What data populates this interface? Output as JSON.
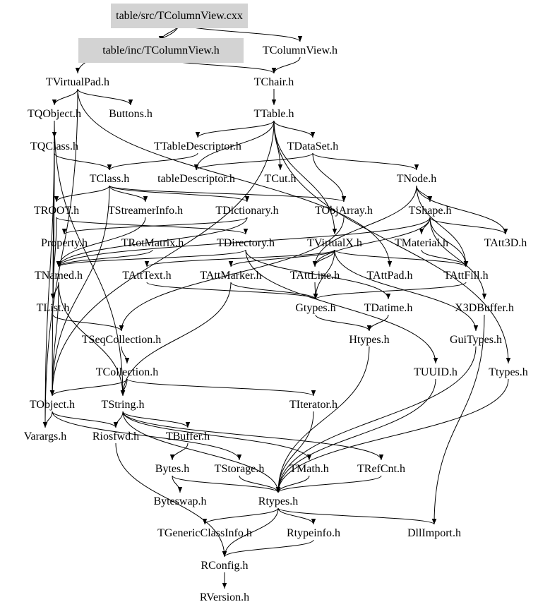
{
  "nodes": [
    {
      "id": "cxx",
      "label": "table/src/TColumnView.cxx",
      "highlight": true
    },
    {
      "id": "inch",
      "label": "table/inc/TColumnView.h",
      "highlight": true
    },
    {
      "id": "TColumnView",
      "label": "TColumnView.h"
    },
    {
      "id": "TVirtualPad",
      "label": "TVirtualPad.h"
    },
    {
      "id": "TChair",
      "label": "TChair.h"
    },
    {
      "id": "TQObject",
      "label": "TQObject.h"
    },
    {
      "id": "Buttons",
      "label": "Buttons.h"
    },
    {
      "id": "TTable",
      "label": "TTable.h"
    },
    {
      "id": "TQClass",
      "label": "TQClass.h"
    },
    {
      "id": "TTableDescriptor",
      "label": "TTableDescriptor.h"
    },
    {
      "id": "TDataSet",
      "label": "TDataSet.h"
    },
    {
      "id": "TClass",
      "label": "TClass.h"
    },
    {
      "id": "tableDescriptor",
      "label": "tableDescriptor.h"
    },
    {
      "id": "TCut",
      "label": "TCut.h"
    },
    {
      "id": "TNode",
      "label": "TNode.h"
    },
    {
      "id": "TROOT",
      "label": "TROOT.h"
    },
    {
      "id": "TStreamerInfo",
      "label": "TStreamerInfo.h"
    },
    {
      "id": "TDictionary",
      "label": "TDictionary.h"
    },
    {
      "id": "TObjArray",
      "label": "TObjArray.h"
    },
    {
      "id": "TShape",
      "label": "TShape.h"
    },
    {
      "id": "Property",
      "label": "Property.h"
    },
    {
      "id": "TRotMatrix",
      "label": "TRotMatrix.h"
    },
    {
      "id": "TDirectory",
      "label": "TDirectory.h"
    },
    {
      "id": "TVirtualX",
      "label": "TVirtualX.h"
    },
    {
      "id": "TMaterial",
      "label": "TMaterial.h"
    },
    {
      "id": "TAtt3D",
      "label": "TAtt3D.h"
    },
    {
      "id": "TNamed",
      "label": "TNamed.h"
    },
    {
      "id": "TAttText",
      "label": "TAttText.h"
    },
    {
      "id": "TAttMarker",
      "label": "TAttMarker.h"
    },
    {
      "id": "TAttLine",
      "label": "TAttLine.h"
    },
    {
      "id": "TAttPad",
      "label": "TAttPad.h"
    },
    {
      "id": "TAttFill",
      "label": "TAttFill.h"
    },
    {
      "id": "TList",
      "label": "TList.h"
    },
    {
      "id": "Gtypes",
      "label": "Gtypes.h"
    },
    {
      "id": "TDatime",
      "label": "TDatime.h"
    },
    {
      "id": "X3DBuffer",
      "label": "X3DBuffer.h"
    },
    {
      "id": "TSeqCollection",
      "label": "TSeqCollection.h"
    },
    {
      "id": "Htypes",
      "label": "Htypes.h"
    },
    {
      "id": "GuiTypes",
      "label": "GuiTypes.h"
    },
    {
      "id": "TCollection",
      "label": "TCollection.h"
    },
    {
      "id": "TUUID",
      "label": "TUUID.h"
    },
    {
      "id": "Ttypes",
      "label": "Ttypes.h"
    },
    {
      "id": "TObject",
      "label": "TObject.h"
    },
    {
      "id": "TString",
      "label": "TString.h"
    },
    {
      "id": "TIterator",
      "label": "TIterator.h"
    },
    {
      "id": "Varargs",
      "label": "Varargs.h"
    },
    {
      "id": "Riosfwd",
      "label": "Riosfwd.h"
    },
    {
      "id": "TBuffer",
      "label": "TBuffer.h"
    },
    {
      "id": "Bytes",
      "label": "Bytes.h"
    },
    {
      "id": "TStorage",
      "label": "TStorage.h"
    },
    {
      "id": "TMath",
      "label": "TMath.h"
    },
    {
      "id": "TRefCnt",
      "label": "TRefCnt.h"
    },
    {
      "id": "Byteswap",
      "label": "Byteswap.h"
    },
    {
      "id": "Rtypes",
      "label": "Rtypes.h"
    },
    {
      "id": "TGenericClassInfo",
      "label": "TGenericClassInfo.h"
    },
    {
      "id": "Rtypeinfo",
      "label": "Rtypeinfo.h"
    },
    {
      "id": "DllImport",
      "label": "DllImport.h"
    },
    {
      "id": "RConfig",
      "label": "RConfig.h"
    },
    {
      "id": "RVersion",
      "label": "RVersion.h"
    }
  ],
  "edges": [
    [
      "cxx",
      "inch"
    ],
    [
      "cxx",
      "TColumnView"
    ],
    [
      "cxx",
      "TVirtualPad"
    ],
    [
      "inch",
      "TChair"
    ],
    [
      "TColumnView",
      "TChair"
    ],
    [
      "TVirtualPad",
      "TQObject"
    ],
    [
      "TVirtualPad",
      "Buttons"
    ],
    [
      "TVirtualPad",
      "TAttPad"
    ],
    [
      "TVirtualPad",
      "Varargs"
    ],
    [
      "TChair",
      "TTable"
    ],
    [
      "TTable",
      "TTableDescriptor"
    ],
    [
      "TTable",
      "TDataSet"
    ],
    [
      "TTable",
      "TCut"
    ],
    [
      "TTable",
      "tableDescriptor"
    ],
    [
      "TTable",
      "Ttypes"
    ],
    [
      "TTable",
      "TObject"
    ],
    [
      "TTable",
      "TVirtualX"
    ],
    [
      "TQObject",
      "TQClass"
    ],
    [
      "TQObject",
      "TList"
    ],
    [
      "TQObject",
      "TString"
    ],
    [
      "TQObject",
      "Varargs"
    ],
    [
      "TQClass",
      "TClass"
    ],
    [
      "TQClass",
      "TObject"
    ],
    [
      "TTableDescriptor",
      "TClass"
    ],
    [
      "TDataSet",
      "TNode"
    ],
    [
      "TDataSet",
      "TObjArray"
    ],
    [
      "TDataSet",
      "tableDescriptor"
    ],
    [
      "TClass",
      "TROOT"
    ],
    [
      "TClass",
      "TStreamerInfo"
    ],
    [
      "TClass",
      "TDictionary"
    ],
    [
      "TClass",
      "TObjArray"
    ],
    [
      "TClass",
      "TObject"
    ],
    [
      "TNode",
      "TShape"
    ],
    [
      "TNode",
      "TAtt3D"
    ],
    [
      "TNode",
      "TAttLine"
    ],
    [
      "TNode",
      "TAttFill"
    ],
    [
      "TShape",
      "TMaterial"
    ],
    [
      "TShape",
      "TAtt3D"
    ],
    [
      "TShape",
      "X3DBuffer"
    ],
    [
      "TShape",
      "TAttFill"
    ],
    [
      "TShape",
      "TNamed"
    ],
    [
      "TShape",
      "TAttLine"
    ],
    [
      "TStreamerInfo",
      "TNamed"
    ],
    [
      "TDictionary",
      "TNamed"
    ],
    [
      "TDictionary",
      "Property"
    ],
    [
      "TObjArray",
      "TSeqCollection"
    ],
    [
      "TROOT",
      "TDirectory"
    ],
    [
      "TROOT",
      "TList"
    ],
    [
      "TRotMatrix",
      "TNamed"
    ],
    [
      "TDirectory",
      "TNamed"
    ],
    [
      "TDirectory",
      "TDatime"
    ],
    [
      "TDirectory",
      "TUUID"
    ],
    [
      "TVirtualX",
      "TAttText"
    ],
    [
      "TVirtualX",
      "TAttMarker"
    ],
    [
      "TVirtualX",
      "TAttLine"
    ],
    [
      "TVirtualX",
      "TAttFill"
    ],
    [
      "TVirtualX",
      "GuiTypes"
    ],
    [
      "TVirtualX",
      "Gtypes"
    ],
    [
      "TMaterial",
      "TAttFill"
    ],
    [
      "TAttText",
      "Gtypes"
    ],
    [
      "TAttMarker",
      "Gtypes"
    ],
    [
      "TAttMarker",
      "TString"
    ],
    [
      "TAttLine",
      "Gtypes"
    ],
    [
      "TAttFill",
      "Gtypes"
    ],
    [
      "TNamed",
      "TList"
    ],
    [
      "TNamed",
      "TObject"
    ],
    [
      "TNamed",
      "TString"
    ],
    [
      "TList",
      "TSeqCollection"
    ],
    [
      "TSeqCollection",
      "TCollection"
    ],
    [
      "TCollection",
      "TObject"
    ],
    [
      "TCollection",
      "TString"
    ],
    [
      "TCollection",
      "TIterator"
    ],
    [
      "Gtypes",
      "Htypes"
    ],
    [
      "TDatime",
      "Htypes"
    ],
    [
      "Htypes",
      "Rtypes"
    ],
    [
      "GuiTypes",
      "Rtypes"
    ],
    [
      "TUUID",
      "Rtypes"
    ],
    [
      "Ttypes",
      "Rtypes"
    ],
    [
      "X3DBuffer",
      "DllImport"
    ],
    [
      "TObject",
      "Varargs"
    ],
    [
      "TObject",
      "Riosfwd"
    ],
    [
      "TObject",
      "TStorage"
    ],
    [
      "TString",
      "Riosfwd"
    ],
    [
      "TString",
      "TBuffer"
    ],
    [
      "TString",
      "TMath"
    ],
    [
      "TString",
      "TRefCnt"
    ],
    [
      "TString",
      "Rtypes"
    ],
    [
      "TIterator",
      "Rtypes"
    ],
    [
      "TBuffer",
      "Bytes"
    ],
    [
      "Bytes",
      "Byteswap"
    ],
    [
      "Bytes",
      "Rtypes"
    ],
    [
      "TStorage",
      "Rtypes"
    ],
    [
      "TMath",
      "Rtypes"
    ],
    [
      "TRefCnt",
      "Rtypes"
    ],
    [
      "Riosfwd",
      "RConfig"
    ],
    [
      "Rtypes",
      "TGenericClassInfo"
    ],
    [
      "Rtypes",
      "Rtypeinfo"
    ],
    [
      "Rtypes",
      "DllImport"
    ],
    [
      "Rtypes",
      "RConfig"
    ],
    [
      "Rtypeinfo",
      "RConfig"
    ],
    [
      "RConfig",
      "RVersion"
    ]
  ]
}
